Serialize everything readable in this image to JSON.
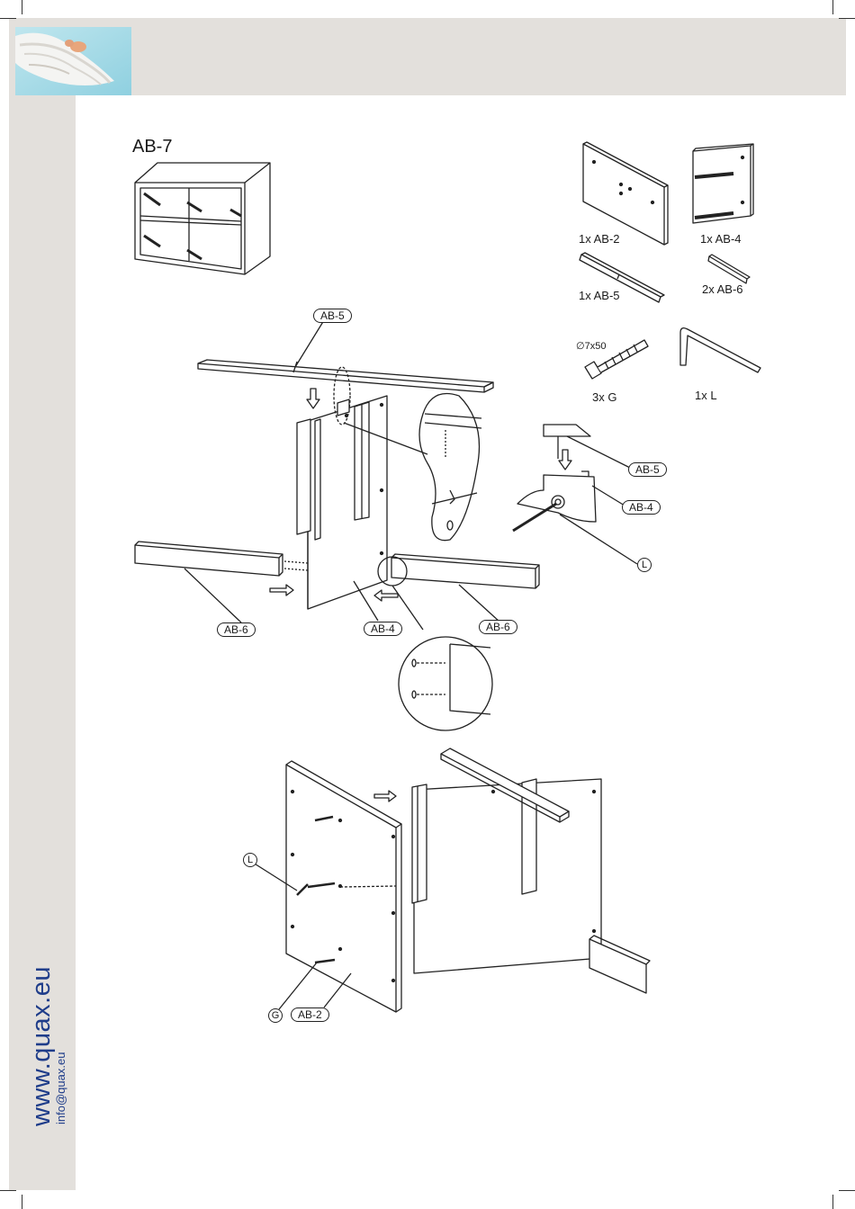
{
  "page": {
    "website": "www.quax.eu",
    "email": "info@quax.eu",
    "product_code": "AB-7"
  },
  "parts": [
    {
      "label": "1x AB-2"
    },
    {
      "label": "1x AB-4"
    },
    {
      "label": "1x AB-5"
    },
    {
      "label": "2x AB-6"
    },
    {
      "label": "3x G",
      "spec": "∅7x50"
    },
    {
      "label": "1x L"
    }
  ],
  "step1": {
    "callout_ab5": "AB-5",
    "callout_ab6_left": "AB-6",
    "callout_ab4": "AB-4",
    "callout_ab6_right": "AB-6",
    "detail_ab5": "AB-5",
    "detail_ab4": "AB-4",
    "detail_l": "L"
  },
  "step2": {
    "callout_l": "L",
    "callout_g": "G",
    "callout_ab2": "AB-2"
  },
  "colors": {
    "band": "#e3e0dc",
    "brand_blue": "#1f3d8a",
    "line": "#222222"
  }
}
